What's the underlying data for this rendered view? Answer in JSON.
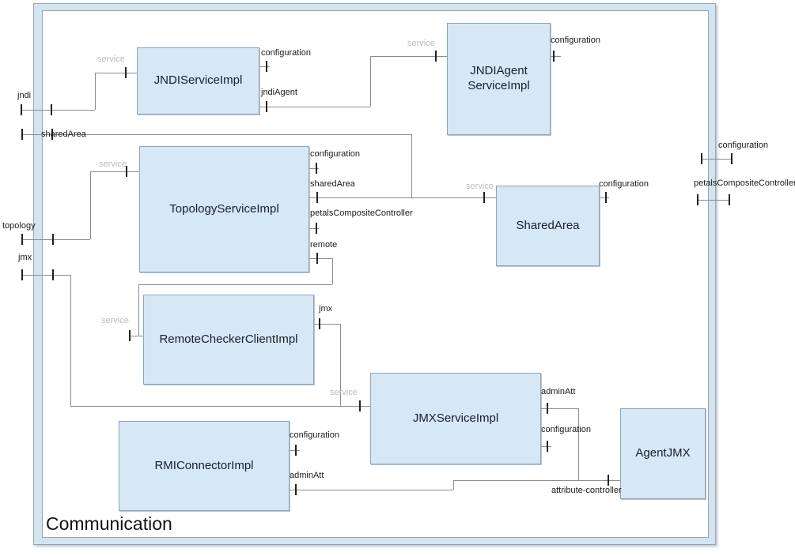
{
  "colors": {
    "component_fill": "#d6e7f5",
    "component_border": "#8da4b8",
    "frame_fill": "#d3e4f1",
    "frame_border": "#99a5ae",
    "wire": "#8c8c8c",
    "tick": "#222222",
    "service_label_gray": "#bcbcbc"
  },
  "composite": {
    "title": "Communication",
    "frame_ports": {
      "left": [
        {
          "label": "jndi"
        },
        {
          "label": "sharedArea"
        },
        {
          "label": "topology"
        },
        {
          "label": "jmx"
        }
      ],
      "right": [
        {
          "label": "configuration"
        },
        {
          "label": "petalsCompositeController"
        }
      ]
    },
    "components": [
      {
        "name": "JNDIServiceImpl",
        "service_label": "service",
        "ports": [
          {
            "label": "configuration"
          },
          {
            "label": "jndiAgent"
          }
        ]
      },
      {
        "name": "JNDIAgent\nServiceImpl",
        "service_label": "service",
        "ports": [
          {
            "label": "configuration"
          }
        ]
      },
      {
        "name": "TopologyServiceImpl",
        "service_label": "service",
        "ports": [
          {
            "label": "configuration"
          },
          {
            "label": "sharedArea"
          },
          {
            "label": "petalsCompositeController"
          },
          {
            "label": "remote"
          }
        ]
      },
      {
        "name": "SharedArea",
        "service_label": "service",
        "ports": [
          {
            "label": "configuration"
          }
        ]
      },
      {
        "name": "RemoteCheckerClientImpl",
        "service_label": "service",
        "ports": [
          {
            "label": "jmx"
          }
        ]
      },
      {
        "name": "JMXServiceImpl",
        "service_label": "service",
        "ports": [
          {
            "label": "adminAtt"
          },
          {
            "label": "configuration"
          }
        ]
      },
      {
        "name": "RMIConnectorImpl",
        "ports": [
          {
            "label": "configuration"
          },
          {
            "label": "adminAtt"
          }
        ]
      },
      {
        "name": "AgentJMX",
        "ports": [
          {
            "label": "attribute-controller"
          }
        ]
      }
    ]
  }
}
